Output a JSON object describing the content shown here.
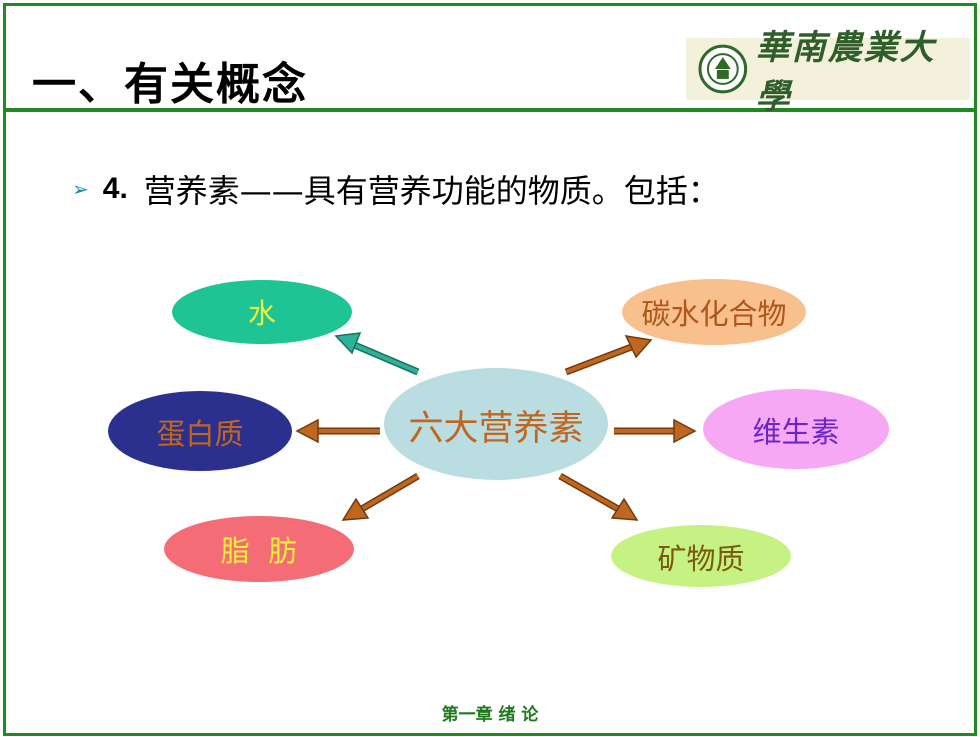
{
  "slide": {
    "title": "一、有关概念",
    "logo_text": "華南農業大學",
    "bullet": {
      "number": "4.",
      "text": "营养素——具有营养功能的物质。包括："
    },
    "footer": "第一章 绪 论"
  },
  "diagram": {
    "center": "六大营养素",
    "nodes": {
      "water": "水",
      "carbohydrate": "碳水化合物",
      "protein": "蛋白质",
      "vitamin": "维生素",
      "fat": "脂  肪",
      "mineral": "矿物质"
    }
  },
  "colors": {
    "frame": "#1f8a1f",
    "arrow": "#c0661f",
    "arrow_water": "#2bb39a",
    "center_fill": "#b9dde0",
    "center_text": "#c0661f"
  }
}
